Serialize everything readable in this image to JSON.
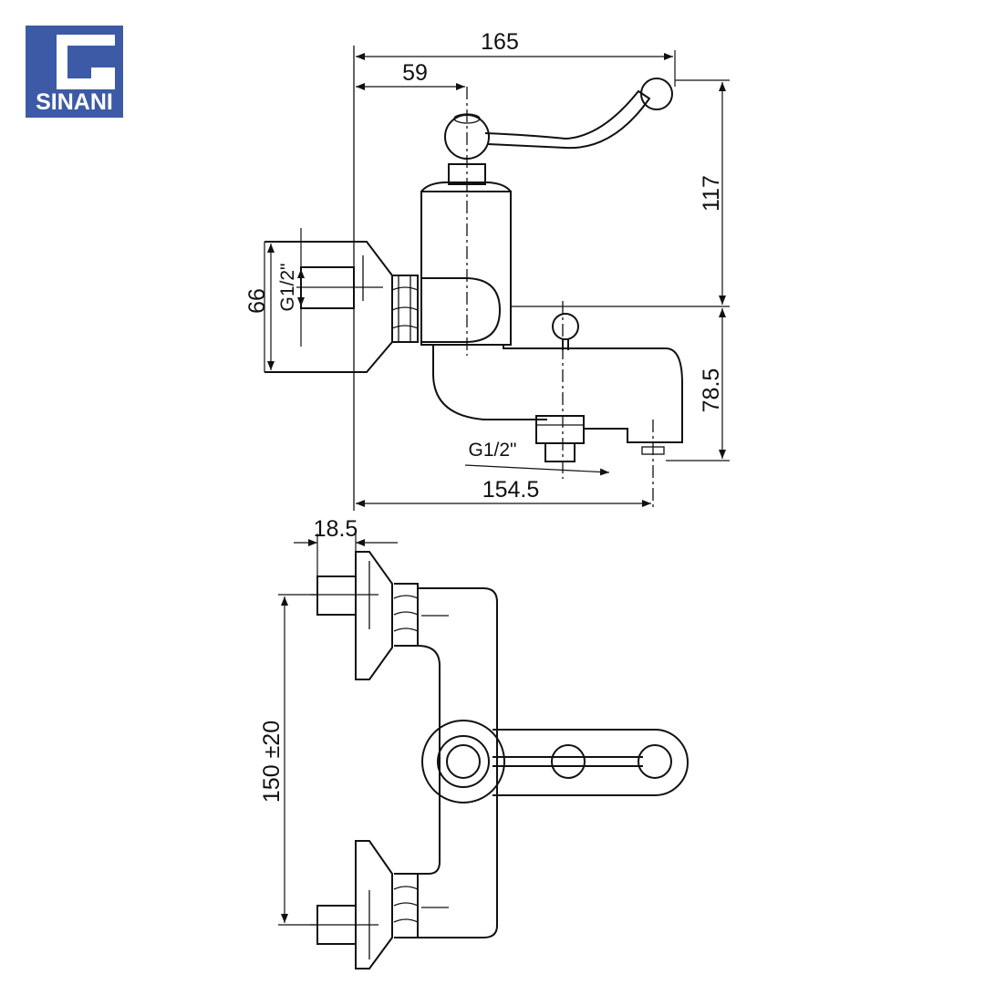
{
  "brand": {
    "name": "SINANI",
    "color": "#3c5aa6"
  },
  "dimensions": {
    "overall_width": "165",
    "handle_offset": "59",
    "height_to_handle": "117",
    "inlet_height": "66",
    "inlet_thread": "G1/2\"",
    "spout_height": "78.5",
    "spout_thread": "G1/2\"",
    "spout_reach": "154.5",
    "inlet_depth": "18.5",
    "center_distance": "150 ±20"
  }
}
